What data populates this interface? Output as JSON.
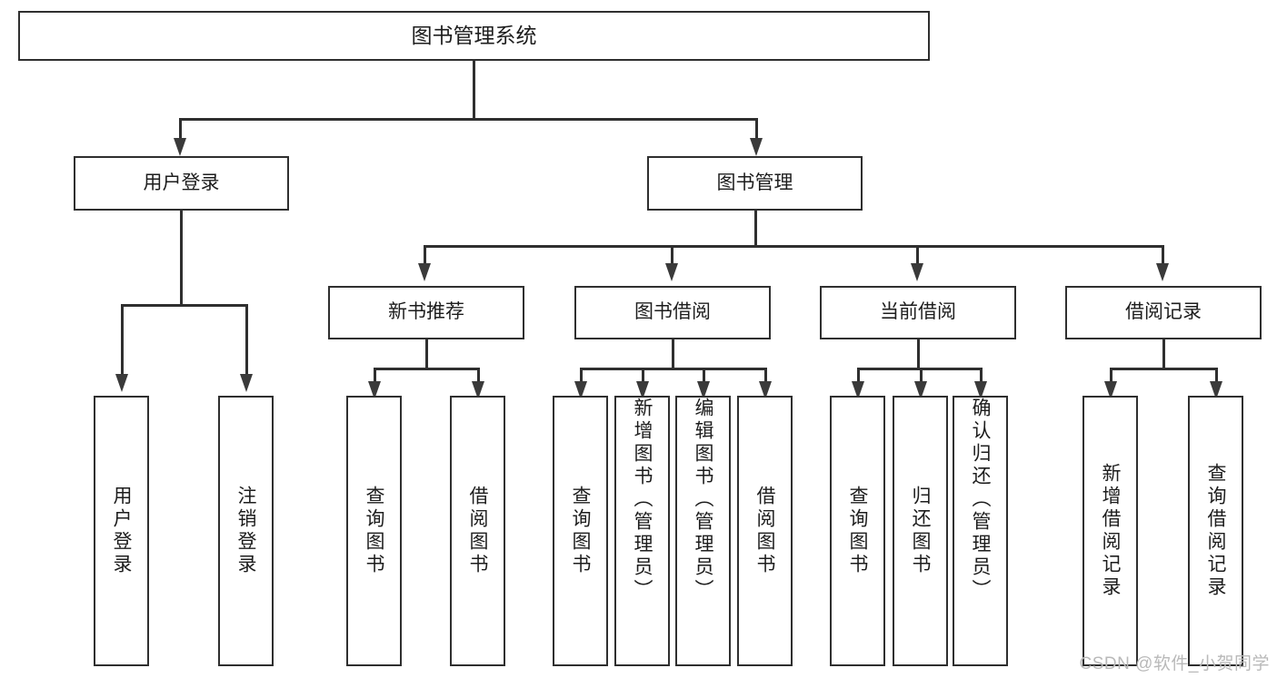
{
  "diagram": {
    "title": "图书管理系统",
    "type": "tree-hierarchy-diagram",
    "watermark": "CSDN @软件_小贺同学",
    "colors": {
      "box_border": "#2f2f2f",
      "connector": "#2f2f2f",
      "arrow": "#3a3a3a",
      "background": "#ffffff",
      "text": "#1d1d1d",
      "watermark": "#b9b9b9"
    },
    "levels": {
      "root": "图书管理系统",
      "level2": [
        "用户登录",
        "图书管理"
      ],
      "level3": [
        "新书推荐",
        "图书借阅",
        "当前借阅",
        "借阅记录"
      ]
    },
    "nodes": {
      "root": {
        "label": "图书管理系统"
      },
      "user_login": {
        "label": "用户登录"
      },
      "book_manage": {
        "label": "图书管理"
      },
      "new_book_rec": {
        "label": "新书推荐"
      },
      "book_borrow": {
        "label": "图书借阅"
      },
      "current_borrow": {
        "label": "当前借阅"
      },
      "borrow_record": {
        "label": "借阅记录"
      },
      "leaf_user_login": {
        "label": "用户登录"
      },
      "leaf_user_logout": {
        "label": "注销登录"
      },
      "leaf_query_book_1": {
        "label": "查询图书"
      },
      "leaf_borrow_book_1": {
        "label": "借阅图书"
      },
      "leaf_query_book_2": {
        "label": "查询图书"
      },
      "leaf_add_book_admin": {
        "label": "新增图书（管理员）"
      },
      "leaf_edit_book_admin": {
        "label": "编辑图书（管理员）"
      },
      "leaf_borrow_book_2": {
        "label": "借阅图书"
      },
      "leaf_query_book_3": {
        "label": "查询图书"
      },
      "leaf_return_book": {
        "label": "归还图书"
      },
      "leaf_confirm_return_admin": {
        "label": "确认归还（管理员）"
      },
      "leaf_add_borrow_record": {
        "label": "新增借阅记录"
      },
      "leaf_query_borrow_record": {
        "label": "查询借阅记录"
      }
    },
    "edges": [
      {
        "from": "root",
        "to": "user_login"
      },
      {
        "from": "root",
        "to": "book_manage"
      },
      {
        "from": "user_login",
        "to": "leaf_user_login"
      },
      {
        "from": "user_login",
        "to": "leaf_user_logout"
      },
      {
        "from": "book_manage",
        "to": "new_book_rec"
      },
      {
        "from": "book_manage",
        "to": "book_borrow"
      },
      {
        "from": "book_manage",
        "to": "current_borrow"
      },
      {
        "from": "book_manage",
        "to": "borrow_record"
      },
      {
        "from": "new_book_rec",
        "to": "leaf_query_book_1"
      },
      {
        "from": "new_book_rec",
        "to": "leaf_borrow_book_1"
      },
      {
        "from": "book_borrow",
        "to": "leaf_query_book_2"
      },
      {
        "from": "book_borrow",
        "to": "leaf_add_book_admin"
      },
      {
        "from": "book_borrow",
        "to": "leaf_edit_book_admin"
      },
      {
        "from": "book_borrow",
        "to": "leaf_borrow_book_2"
      },
      {
        "from": "current_borrow",
        "to": "leaf_query_book_3"
      },
      {
        "from": "current_borrow",
        "to": "leaf_return_book"
      },
      {
        "from": "current_borrow",
        "to": "leaf_confirm_return_admin"
      },
      {
        "from": "borrow_record",
        "to": "leaf_add_borrow_record"
      },
      {
        "from": "borrow_record",
        "to": "leaf_query_borrow_record"
      }
    ]
  }
}
